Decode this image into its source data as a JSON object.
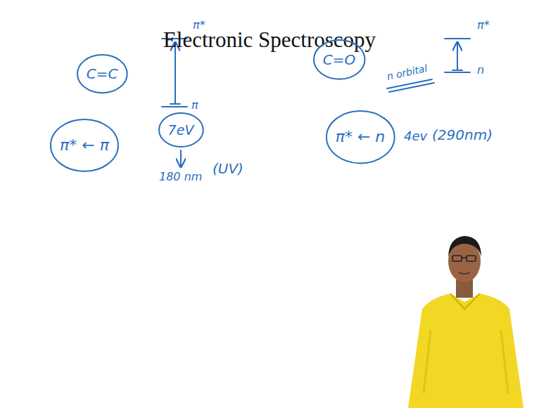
{
  "diagram": {
    "title": "Electronic Spectroscopy",
    "nodes": [
      {
        "text": [
          "C=C"
        ]
      },
      {
        "text": [
          "C=O"
        ]
      },
      {
        "text": [
          "π* ← π"
        ]
      },
      {
        "text": [
          "7eV"
        ]
      },
      {
        "text": [
          "π* ← n"
        ]
      }
    ],
    "labels": [
      "π*",
      "π",
      "180 nm",
      "(UV)",
      "n orbital",
      "π*",
      "n",
      "4ev",
      "(290nm)"
    ]
  }
}
